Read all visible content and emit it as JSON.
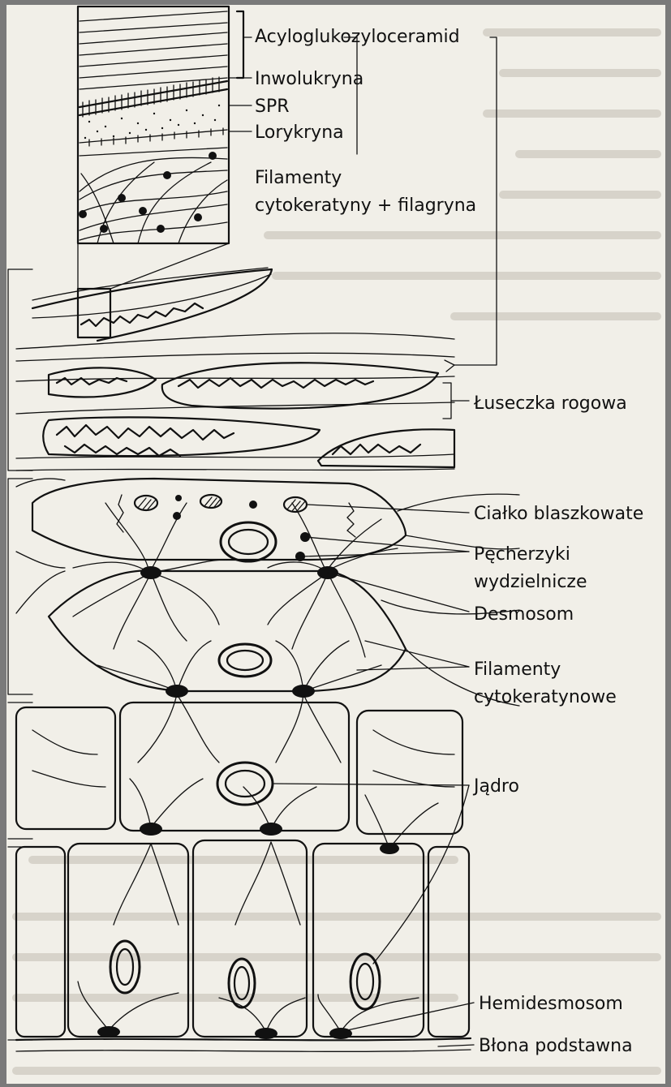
{
  "labels": {
    "acylglucosylceramide": "Acyloglukozyloceramid",
    "involucrin": "Inwolukryna",
    "spr": "SPR",
    "loricrin": "Lorykryna",
    "filaments_line1": "Filamenty",
    "filaments_line2": "cytokeratyny + filagryna",
    "corneocyte": "Łuseczka rogowa",
    "lamellar_body": "Ciałko blaszkowate",
    "vesicles_line1": "Pęcherzyki",
    "vesicles_line2": "wydzielnicze",
    "desmosome": "Desmosom",
    "cytokeratin_line1": "Filamenty",
    "cytokeratin_line2": "cytokeratynowe",
    "nucleus": "Jądro",
    "hemidesmosome": "Hemidesmosom",
    "basement_membrane": "Błona podstawna"
  },
  "colors": {
    "paper": "#f1efe8",
    "ink": "#111111",
    "frame": "#7a7a7a"
  }
}
